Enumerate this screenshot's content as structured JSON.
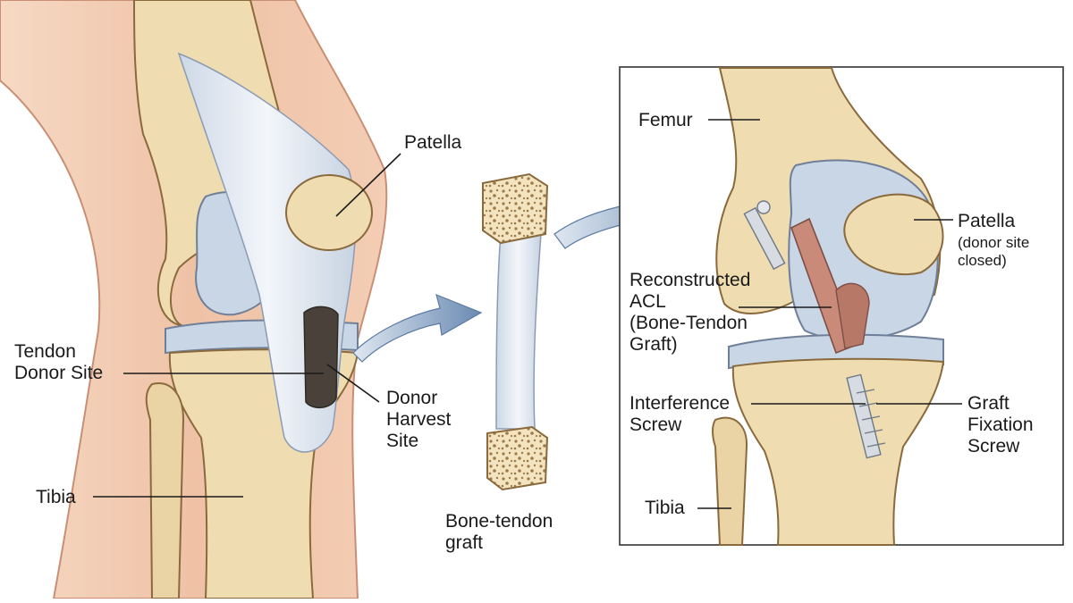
{
  "left_panel": {
    "labels": {
      "patella": "Patella",
      "tendon_donor_site": [
        "Tendon",
        "Donor Site"
      ],
      "donor_harvest_site": [
        "Donor",
        "Harvest",
        "Site"
      ],
      "tibia": "Tibia"
    }
  },
  "middle": {
    "graft_caption": [
      "Bone-tendon",
      "graft"
    ]
  },
  "right_panel": {
    "labels": {
      "femur": "Femur",
      "patella": "Patella",
      "patella_note": [
        "(donor site",
        "closed)"
      ],
      "reconstructed_acl": [
        "Reconstructed",
        "ACL",
        "(Bone-Tendon",
        "Graft)"
      ],
      "interference_screw": [
        "Interference",
        "Screw"
      ],
      "graft_fixation_screw": [
        "Graft",
        "Fixation",
        "Screw"
      ],
      "tibia": "Tibia"
    }
  },
  "colors": {
    "bone": "#efdcb0",
    "bone_outline": "#8a6a3c",
    "cartilage": "#c9d6e6",
    "skin": "#f2c8b0",
    "tendon": "#e4ebf3",
    "harvest": "#4a423a",
    "arrow": "#6f8fb6",
    "graft_muscle": "#c98a7a"
  }
}
